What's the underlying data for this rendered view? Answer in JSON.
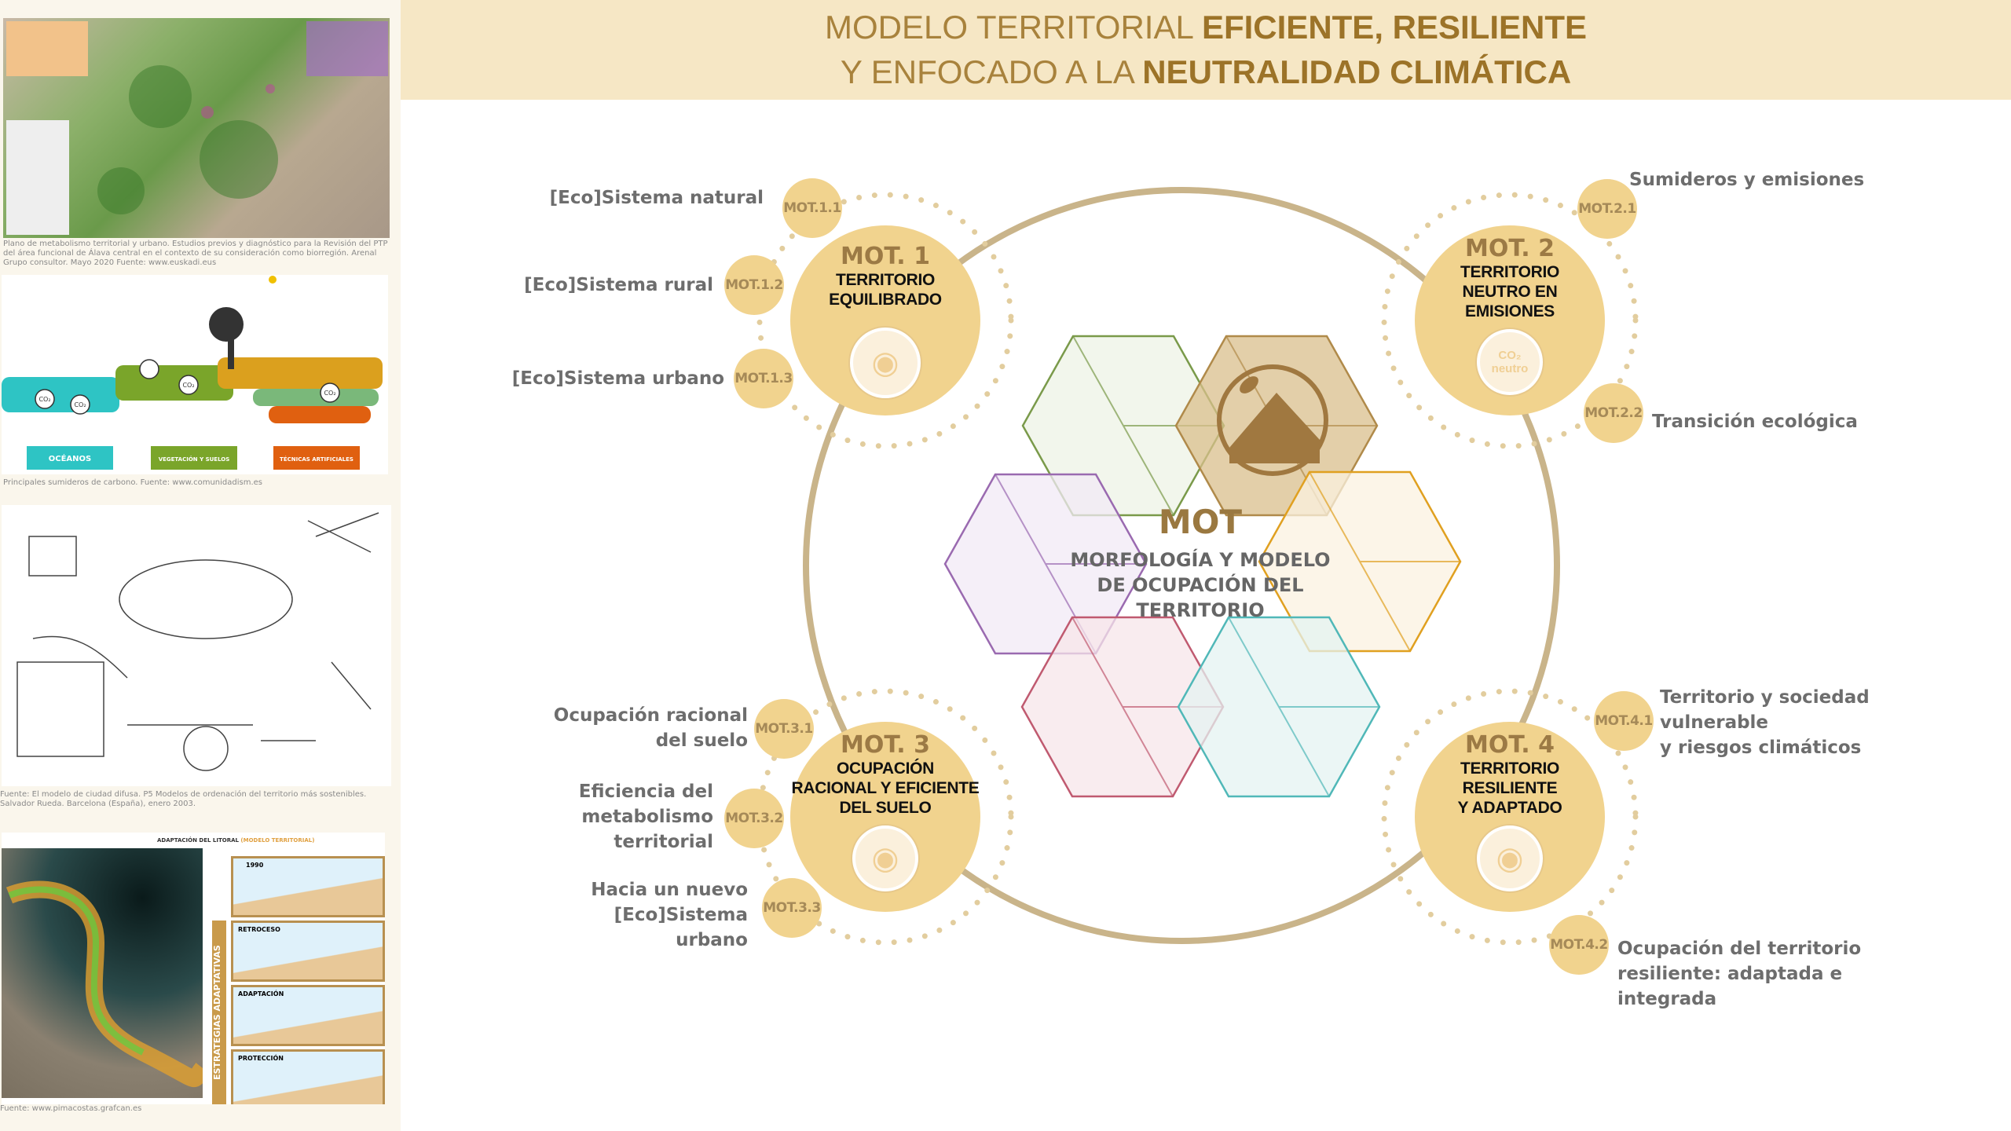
{
  "title": {
    "line1_normal": "MODELO TERRITORIAL ",
    "line1_bold": "EFICIENTE, RESILIENTE",
    "line2_normal": "Y ENFOCADO A LA ",
    "line2_bold": "NEUTRALIDAD CLIMÁTICA"
  },
  "left_panel": {
    "captions": [
      "Plano de metabolismo territorial y urbano. Estudios previos y diagnóstico para la Revisión del PTP del área funcional de Álava central en el contexto de su consideración como biorregión. Arenal Grupo consultor. Mayo 2020 Fuente: www.euskadi.eus",
      "Principales sumideros de carbono. Fuente: www.comunidadism.es",
      "Fuente: El modelo de ciudad difusa. P5 Modelos de ordenación del territorio más sostenibles. Salvador Rueda. Barcelona (España), enero 2003.",
      "Fuente: www.pimacostas.grafcan.es"
    ],
    "sinks": {
      "co2": "CO₂",
      "oceans": "OCÉANOS",
      "vegetation": "VEGETACIÓN Y SUELOS",
      "artificial": "TÉCNICAS ARTIFICIALES"
    },
    "coast": {
      "title": "ADAPTACIÓN DEL LITORAL",
      "subtitle": "(MODELO TERRITORIAL)",
      "side": "ESTRATEGIAS ADAPTATIVAS",
      "panels": [
        "1990",
        "RETROCESO",
        "ADAPTACIÓN",
        "PROTECCIÓN"
      ]
    }
  },
  "center": {
    "title": "MOT",
    "subtitle": [
      "MORFOLOGÍA Y MODELO",
      "DE OCUPACIÓN DEL",
      "TERRITORIO"
    ],
    "icon": "leaf-house-water-icon"
  },
  "colors": {
    "accent": "#f1d38e",
    "ring": "#c9b48a",
    "title_bg": "#f6e7c5",
    "hex": [
      "#7a9a4a",
      "#b08a4a",
      "#9a6ab0",
      "#e0a020",
      "#c05a70",
      "#50b8b8"
    ]
  },
  "groups": [
    {
      "num": "MOT. 1",
      "name": [
        "TERRITORIO",
        "EQUILIBRADO"
      ],
      "icon": "hands-globe-icon",
      "subs": [
        {
          "code": "MOT.1.1",
          "label": [
            "[Eco]Sistema natural"
          ]
        },
        {
          "code": "MOT.1.2",
          "label": [
            "[Eco]Sistema rural"
          ]
        },
        {
          "code": "MOT.1.3",
          "label": [
            "[Eco]Sistema urbano"
          ]
        }
      ]
    },
    {
      "num": "MOT. 2",
      "name": [
        "TERRITORIO",
        "NEUTRO EN",
        "EMISIONES"
      ],
      "icon": "co2-neutral-icon",
      "icon_text": "CO₂ neutro",
      "subs": [
        {
          "code": "MOT.2.1",
          "label": [
            "Sumideros y emisiones"
          ]
        },
        {
          "code": "MOT.2.2",
          "label": [
            "Transición ecológica"
          ]
        }
      ]
    },
    {
      "num": "MOT. 3",
      "name": [
        "OCUPACIÓN",
        "RACIONAL Y EFICIENTE",
        "DEL SUELO"
      ],
      "icon": "head-leaf-icon",
      "subs": [
        {
          "code": "MOT.3.1",
          "label": [
            "Ocupación racional",
            "del suelo"
          ]
        },
        {
          "code": "MOT.3.2",
          "label": [
            "Eficiencia del",
            "metabolismo",
            "territorial"
          ]
        },
        {
          "code": "MOT.3.3",
          "label": [
            "Hacia un nuevo",
            "[Eco]Sistema",
            "urbano"
          ]
        }
      ]
    },
    {
      "num": "MOT. 4",
      "name": [
        "TERRITORIO",
        "RESILIENTE",
        "Y ADAPTADO"
      ],
      "icon": "person-nature-icon",
      "subs": [
        {
          "code": "MOT.4.1",
          "label": [
            "Territorio y sociedad",
            "vulnerable",
            "y riesgos climáticos"
          ]
        },
        {
          "code": "MOT.4.2",
          "label": [
            "Ocupación del territorio",
            "resiliente: adaptada e",
            "integrada"
          ]
        }
      ]
    }
  ]
}
